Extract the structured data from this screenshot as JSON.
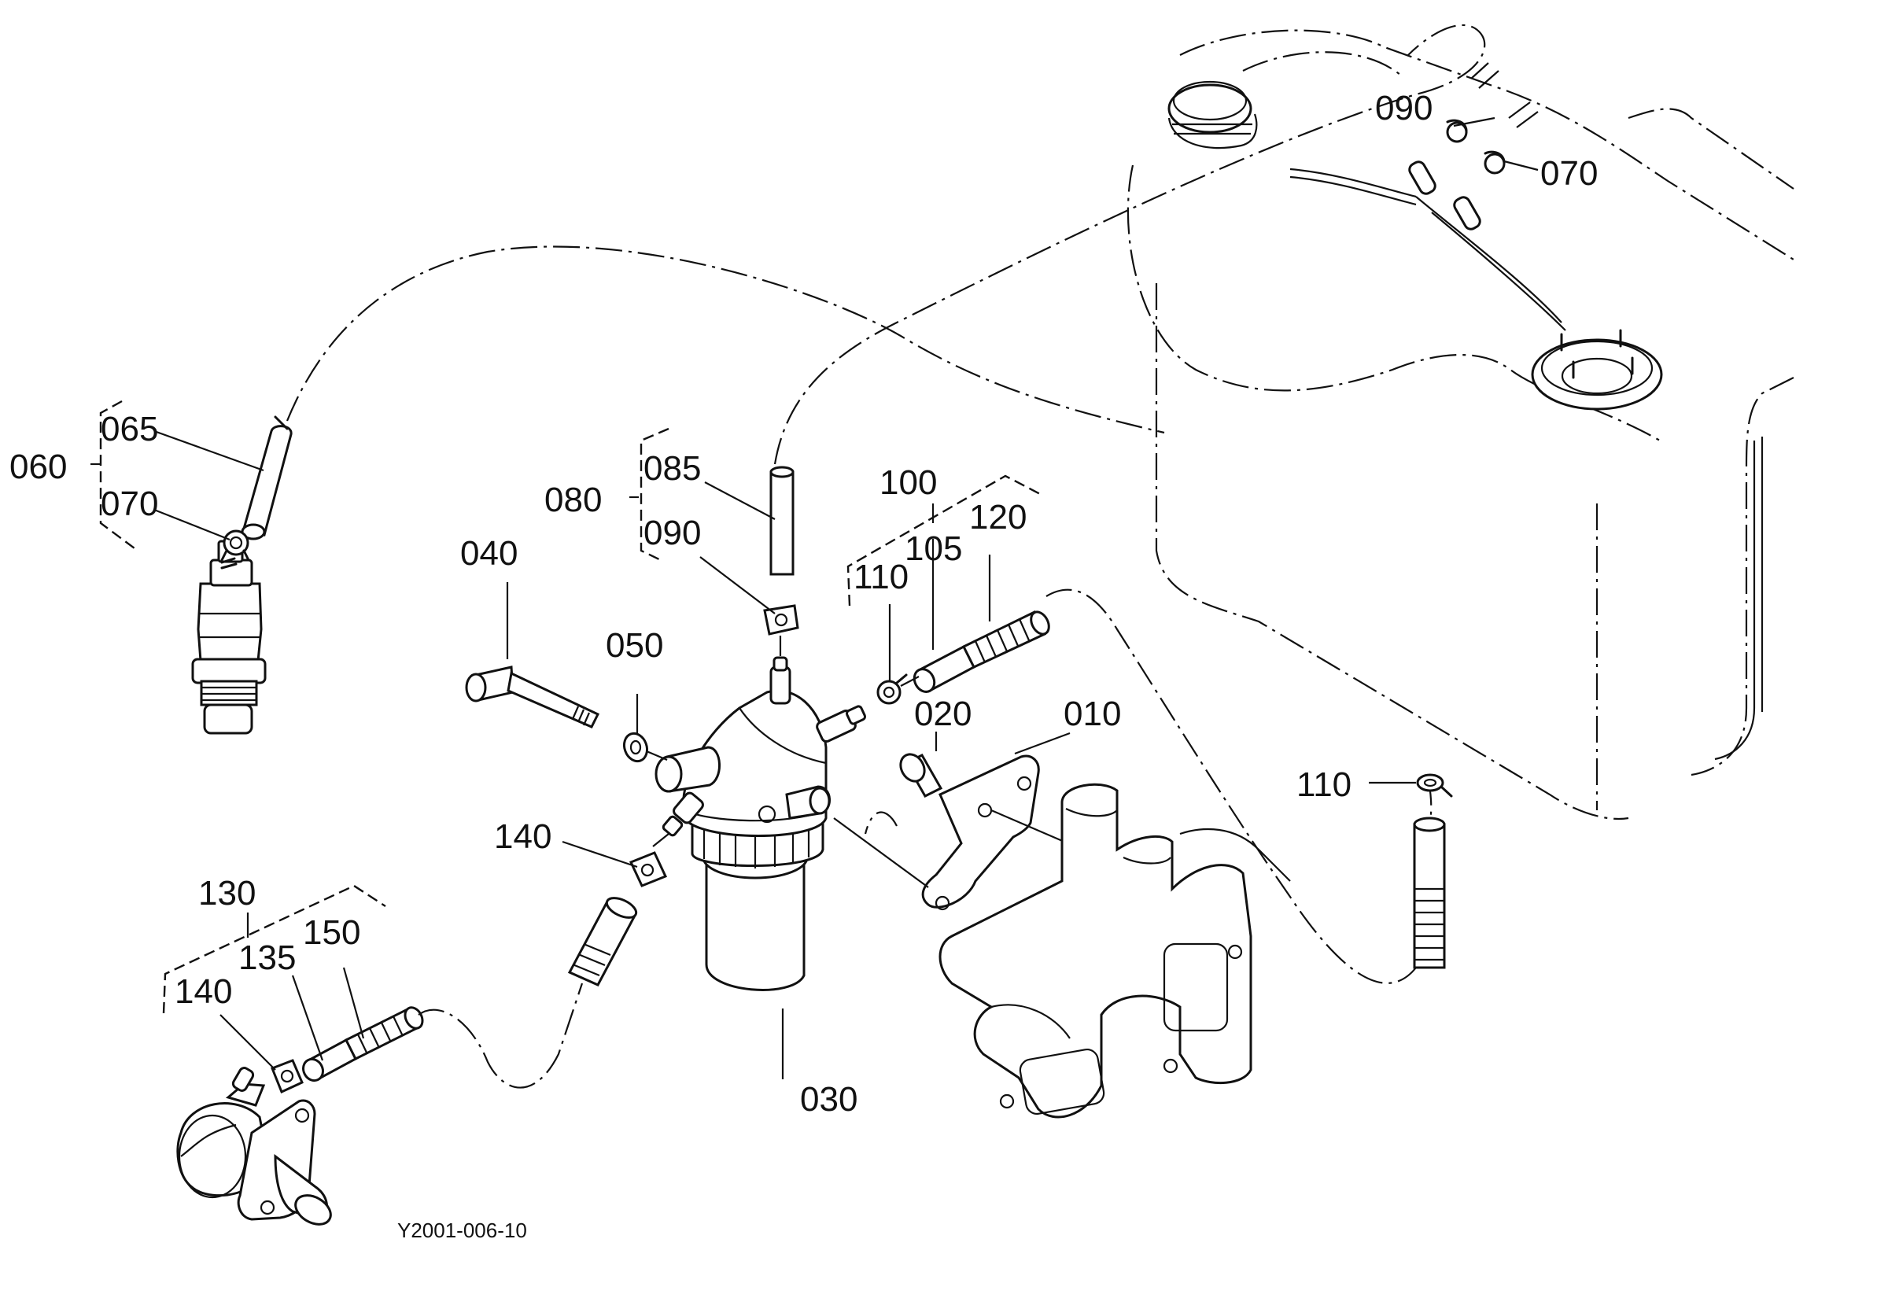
{
  "labels": {
    "p010": "010",
    "p020": "020",
    "p030": "030",
    "p040": "040",
    "p050": "050",
    "p060": "060",
    "p065": "065",
    "p070_left": "070",
    "p070_tank": "070",
    "p080": "080",
    "p085": "085",
    "p090_filter": "090",
    "p090_tank": "090",
    "p100": "100",
    "p105": "105",
    "p110_filter": "110",
    "p110_tank": "110",
    "p120": "120",
    "p130": "130",
    "p135": "135",
    "p140_pump": "140",
    "p140_filter": "140",
    "p150": "150"
  },
  "drawing_code": "Y2001-006-10"
}
